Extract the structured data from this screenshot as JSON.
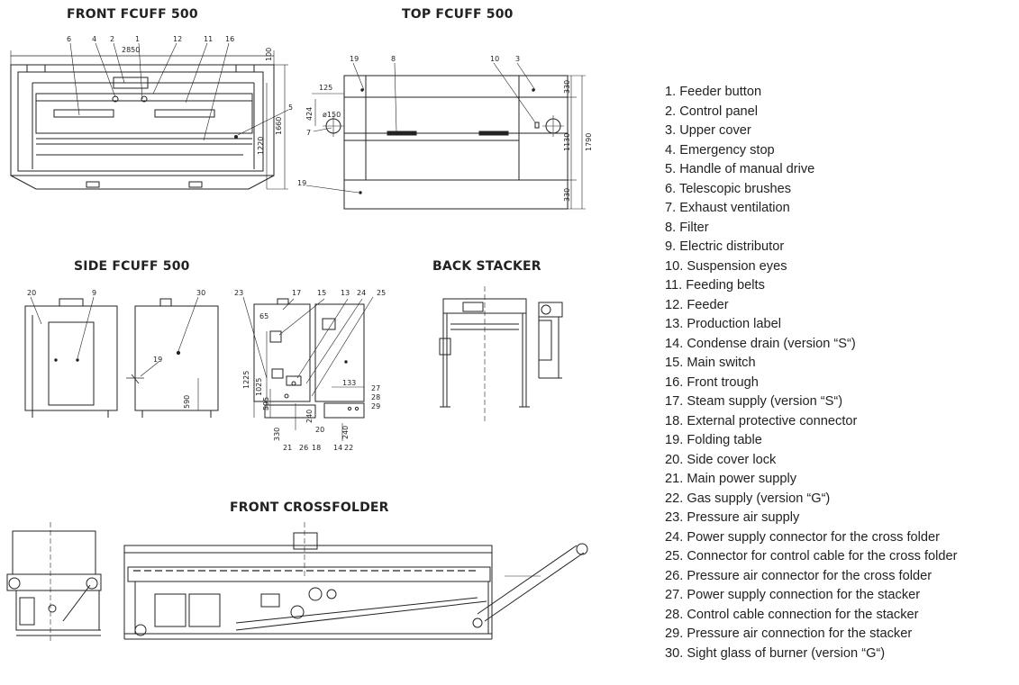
{
  "titles": {
    "front_fcuff": "FRONT FCUFF 500",
    "top_fcuff": "TOP FCUFF 500",
    "side_fcuff": "SIDE FCUFF 500",
    "back_stacker": "BACK STACKER",
    "front_crossfolder": "FRONT CROSSFOLDER"
  },
  "dimensions": {
    "front_width": "2850",
    "front_top": "100",
    "front_h1": "1220",
    "front_h2": "1660",
    "top_125": "125",
    "top_424": "424",
    "top_phi": "ø150",
    "top_330a": "330",
    "top_1130": "1130",
    "top_1790": "1790",
    "top_330b": "330",
    "side_65": "65",
    "side_1225": "1225",
    "side_1025": "1025",
    "side_595": "595",
    "side_590": "590",
    "side_330": "330",
    "side_240a": "240",
    "side_133": "133",
    "side_240b": "240",
    "side_14": "14",
    "side_22": "22",
    "side_20": "20"
  },
  "callouts": {
    "front": [
      "6",
      "4",
      "2",
      "1",
      "12",
      "11",
      "16",
      "5"
    ],
    "top": [
      "19",
      "8",
      "10",
      "3",
      "7",
      "19"
    ],
    "side": [
      "20",
      "9",
      "30",
      "19",
      "23",
      "17",
      "15",
      "13",
      "24",
      "25",
      "27",
      "28",
      "29",
      "21",
      "26",
      "18"
    ]
  },
  "legend": [
    "1. Feeder button",
    "2. Control panel",
    "3. Upper cover",
    "4. Emergency stop",
    "5. Handle of manual drive",
    "6. Telescopic brushes",
    "7. Exhaust ventilation",
    "8. Filter",
    "9. Electric distributor",
    "10. Suspension eyes",
    "11. Feeding belts",
    "12. Feeder",
    "13. Production label",
    "14. Condense drain (version “S“)",
    "15. Main switch",
    "16. Front trough",
    "17. Steam supply (version “S“)",
    "18. External protective connector",
    "19. Folding table",
    "20. Side cover lock",
    "21. Main power supply",
    "22. Gas supply (version “G“)",
    "23. Pressure air supply",
    "24. Power supply connector for the cross folder",
    "25. Connector for control cable for the cross folder",
    "26. Pressure air connector for the cross folder",
    "27. Power supply connection for the stacker",
    "28. Control cable connection for the stacker",
    "29. Pressure air connection for the stacker",
    "30. Sight glass of burner (version “G“)"
  ]
}
